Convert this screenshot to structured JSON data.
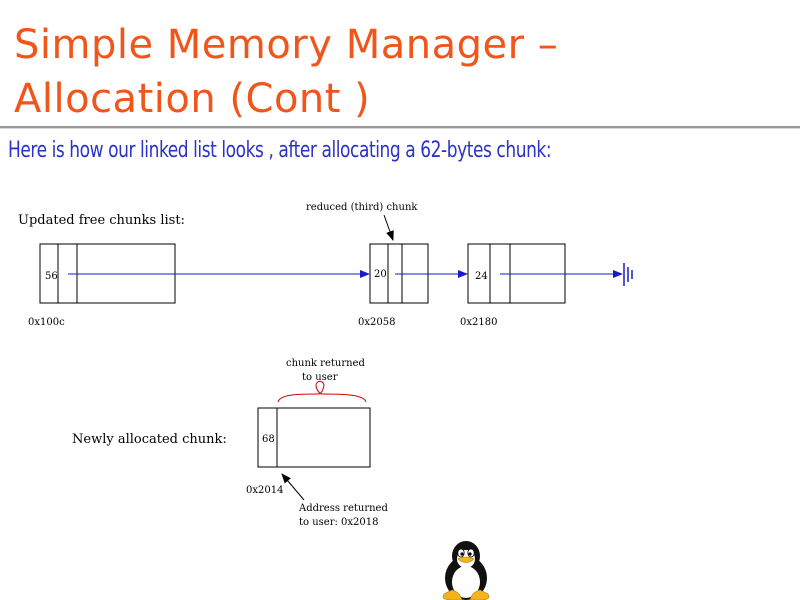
{
  "title": {
    "line1": "Simple Memory Manager –",
    "line2": "Allocation (Cont )"
  },
  "subtitle": "Here is how our linked list looks , after allocating a 62-bytes chunk:",
  "diagram": {
    "free_list_label": "Updated free chunks list:",
    "reduced_chunk_annotation": "reduced (third) chunk",
    "nodes": [
      {
        "size": "56",
        "address": "0x100c"
      },
      {
        "size": "20",
        "address": "0x2058"
      },
      {
        "size": "24",
        "address": "0x2180"
      }
    ],
    "allocated_label": "Newly allocated chunk:",
    "allocated_chunk": {
      "size": "68",
      "address": "0x2014"
    },
    "returned_annotation": {
      "line1": "chunk returned",
      "line2": "to user"
    },
    "address_annotation": {
      "line1": "Address returned",
      "line2": "to user: 0x2018"
    }
  },
  "colors": {
    "title": "#f0551a",
    "subtitle": "#2a32c8",
    "pointer": "#1a1acc",
    "brace": "#cc0000"
  }
}
